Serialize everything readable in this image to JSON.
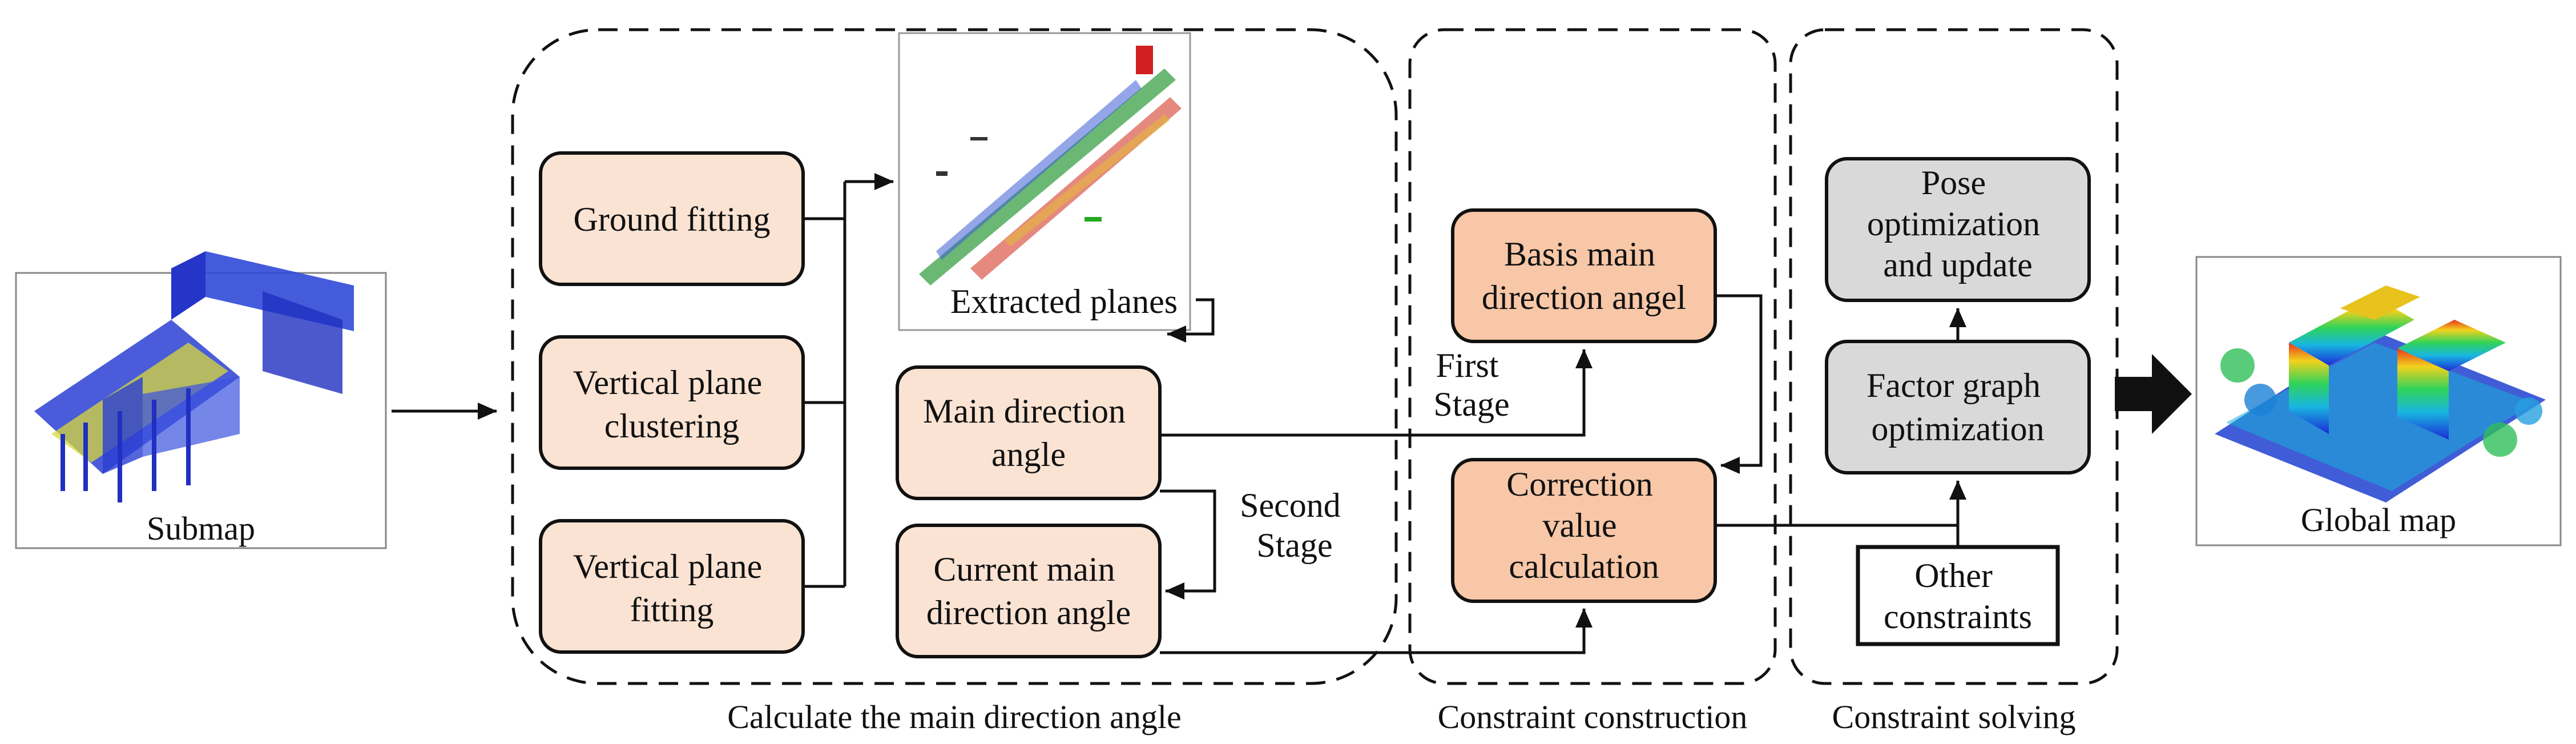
{
  "colors": {
    "peach": "#fbe3d3",
    "orange": "#f7c7a7",
    "gray": "#d9d9d9",
    "border": "#111111",
    "arrow": "#111111"
  },
  "submap": {
    "label": "Submap"
  },
  "global_map": {
    "label": "Global map"
  },
  "extracted": {
    "label": "Extracted planes"
  },
  "boxes": {
    "ground_fitting": [
      "Ground fitting"
    ],
    "vertical_clustering": [
      "Vertical plane",
      "clustering"
    ],
    "vertical_fitting": [
      "Vertical plane",
      "fitting"
    ],
    "main_direction": [
      "Main direction",
      "angle"
    ],
    "current_main": [
      "Current main",
      "direction angle"
    ],
    "basis_main": [
      "Basis main",
      "direction angel"
    ],
    "correction": [
      "Correction",
      "value",
      "calculation"
    ],
    "pose_opt": [
      "Pose",
      "optimization",
      "and update"
    ],
    "factor_graph": [
      "Factor graph",
      "optimization"
    ],
    "other_constraints": [
      "Other",
      "constraints"
    ]
  },
  "stage_labels": {
    "first": [
      "First",
      "Stage"
    ],
    "second": [
      "Second",
      "Stage"
    ]
  },
  "groups": {
    "calc": "Calculate the main direction angle",
    "construction": "Constraint construction",
    "solving": "Constraint solving"
  }
}
